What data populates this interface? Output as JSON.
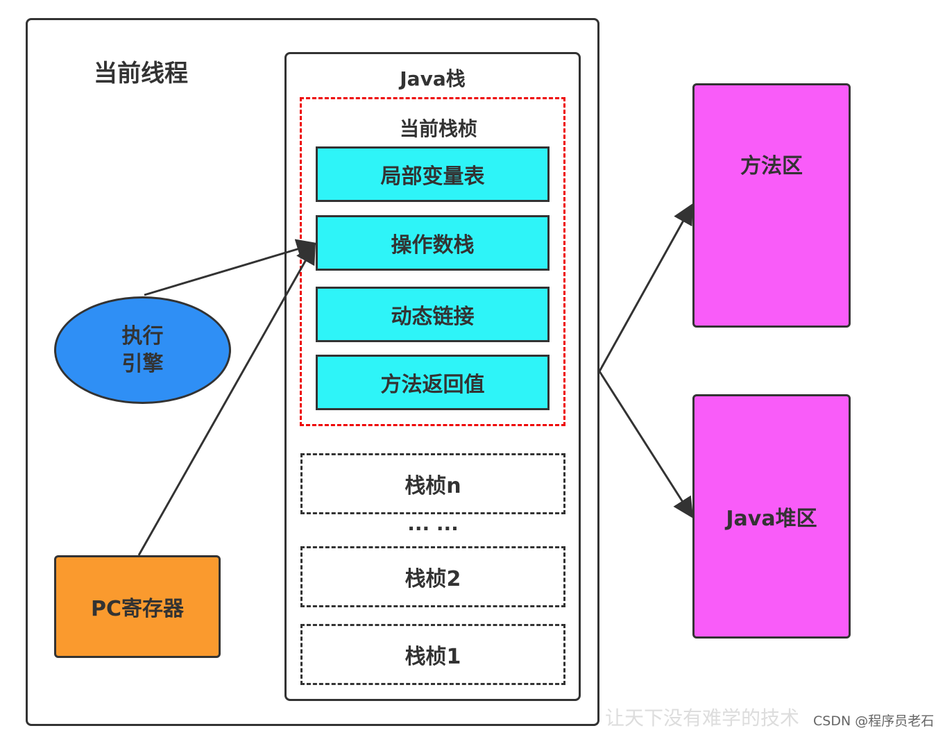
{
  "thread": {
    "title": "当前线程"
  },
  "java_stack": {
    "title": "Java栈",
    "current_frame": {
      "title": "当前栈桢",
      "items": [
        "局部变量表",
        "操作数栈",
        "动态链接",
        "方法返回值"
      ]
    },
    "frames": [
      "栈桢n",
      "栈桢2",
      "栈桢1"
    ],
    "ellipsis": "··· ···"
  },
  "execution_engine": {
    "line1": "执行",
    "line2": "引擎"
  },
  "pc_register": "PC寄存器",
  "method_area": "方法区",
  "java_heap": "Java堆区",
  "watermark": "让天下没有难学的技术",
  "credit": "CSDN @程序员老石",
  "colors": {
    "cyan": "#2ef4f8",
    "orange": "#fa9a2e",
    "magenta": "#f95cf9",
    "blue": "#2f8ff5",
    "red_dash": "#e00000"
  }
}
